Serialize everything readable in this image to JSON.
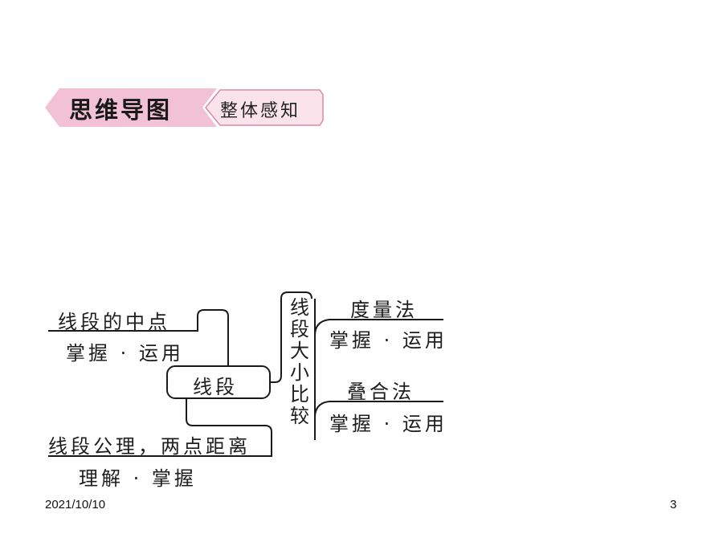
{
  "banner": {
    "title": "思维导图",
    "subtitle": "整体感知",
    "colors": {
      "pink": "#f2c2d4",
      "light_pink": "#fbe3ec",
      "border": "#d98aa8"
    }
  },
  "mindmap": {
    "center": "线段",
    "left_top": {
      "label": "线段的中点",
      "sub": "掌握 · 运用"
    },
    "left_bottom": {
      "label": "线段公理，两点距离",
      "sub": "理解 · 掌握"
    },
    "compare": {
      "label": "线段大小比较",
      "chars": [
        "线",
        "段",
        "大",
        "小",
        "比",
        "较"
      ],
      "methods": [
        {
          "label": "度量法",
          "sub": "掌握 · 运用"
        },
        {
          "label": "叠合法",
          "sub": "掌握 · 运用"
        }
      ]
    }
  },
  "footer": {
    "date": "2021/10/10",
    "page": "3"
  }
}
